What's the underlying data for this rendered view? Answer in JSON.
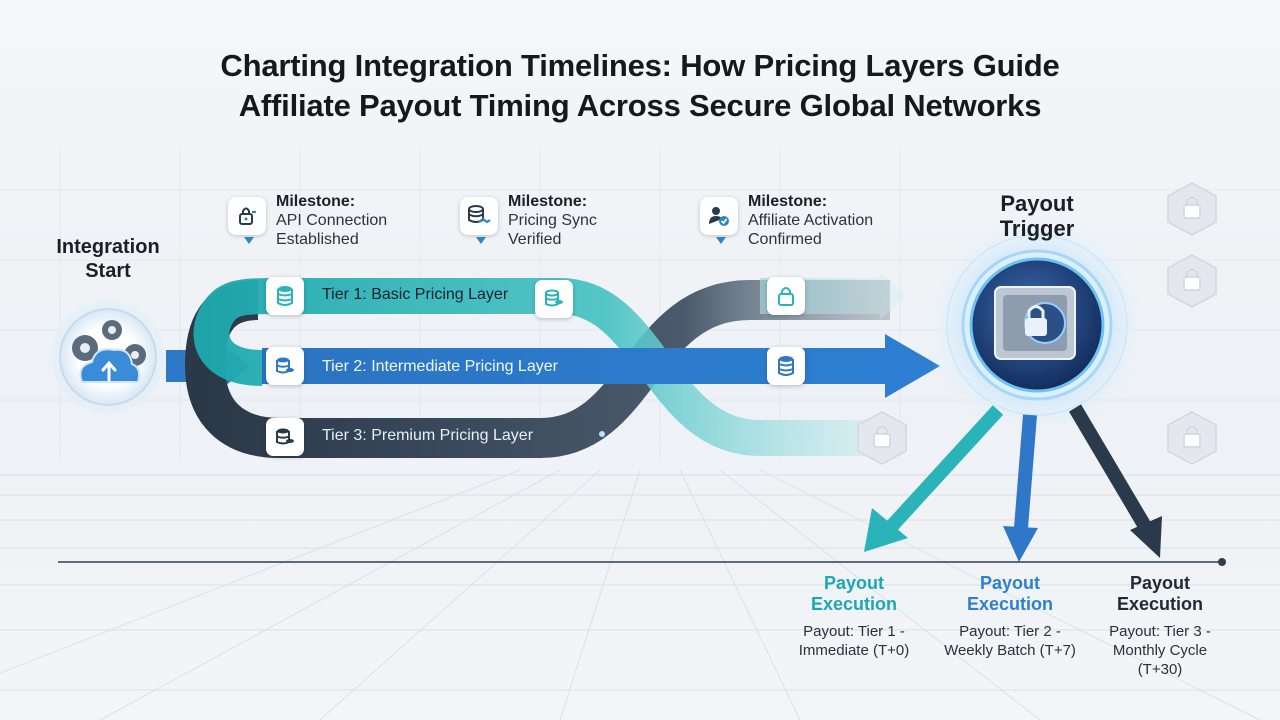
{
  "title": {
    "line1": "Charting Integration Timelines: How Pricing Layers Guide",
    "line2": "Affiliate Payout Timing Across Secure Global Networks"
  },
  "start": {
    "label_line1": "Integration",
    "label_line2": "Start",
    "icon": "cloud-gear-icon"
  },
  "milestones": [
    {
      "heading": "Milestone:",
      "line1": "API Connection",
      "line2": "Established",
      "icon": "lock-icon"
    },
    {
      "heading": "Milestone:",
      "line1": "Pricing Sync",
      "line2": "Verified",
      "icon": "database-handshake-icon"
    },
    {
      "heading": "Milestone:",
      "line1": "Affiliate Activation",
      "line2": "Confirmed",
      "icon": "user-check-icon"
    }
  ],
  "tiers": [
    {
      "label": "Tier 1: Basic Pricing Layer",
      "color": "#2ab3b8"
    },
    {
      "label": "Tier 2: Intermediate Pricing Layer",
      "color": "#2f78c8"
    },
    {
      "label": "Tier 3: Premium Pricing Layer",
      "color": "#2b3a4a"
    }
  ],
  "trigger": {
    "label_line1": "Payout",
    "label_line2": "Trigger",
    "icon": "vault-icon"
  },
  "executions": [
    {
      "heading_line1": "Payout",
      "heading_line2": "Execution",
      "sub_line1": "Payout: Tier 1 -",
      "sub_line2": "Immediate (T+0)",
      "sub_line3": "",
      "color": "#1ba7b5"
    },
    {
      "heading_line1": "Payout",
      "heading_line2": "Execution",
      "sub_line1": "Payout: Tier 2 -",
      "sub_line2": "Weekly Batch (T+7)",
      "sub_line3": "",
      "color": "#2e7fd0"
    },
    {
      "heading_line1": "Payout",
      "heading_line2": "Execution",
      "sub_line1": "Payout: Tier 3 -",
      "sub_line2": "Monthly Cycle",
      "sub_line3": "(T+30)",
      "color": "#1f2a36"
    }
  ],
  "colors": {
    "teal": "#2ab3b8",
    "blue": "#2f78c8",
    "navy": "#2b3a4a",
    "accent": "#5fb8f0"
  }
}
